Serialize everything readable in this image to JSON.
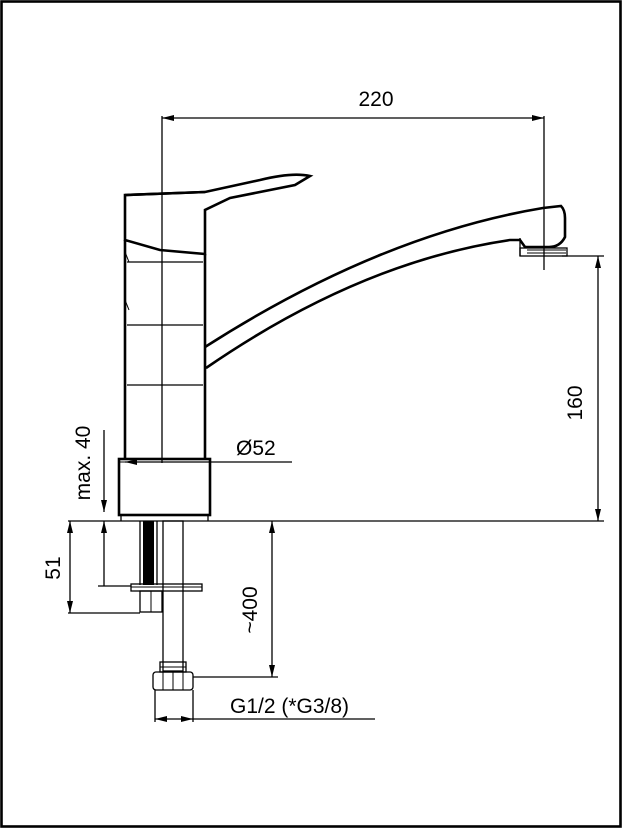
{
  "dimensions": {
    "spout_reach": "220",
    "spout_height": "160",
    "body_diameter": "Ø52",
    "max_countertop": "max. 40",
    "shank_length": "51",
    "hose_length": "~400",
    "connection_thread": "G1/2 (*G3/8)"
  },
  "colors": {
    "line": "#000000",
    "background": "#ffffff"
  }
}
